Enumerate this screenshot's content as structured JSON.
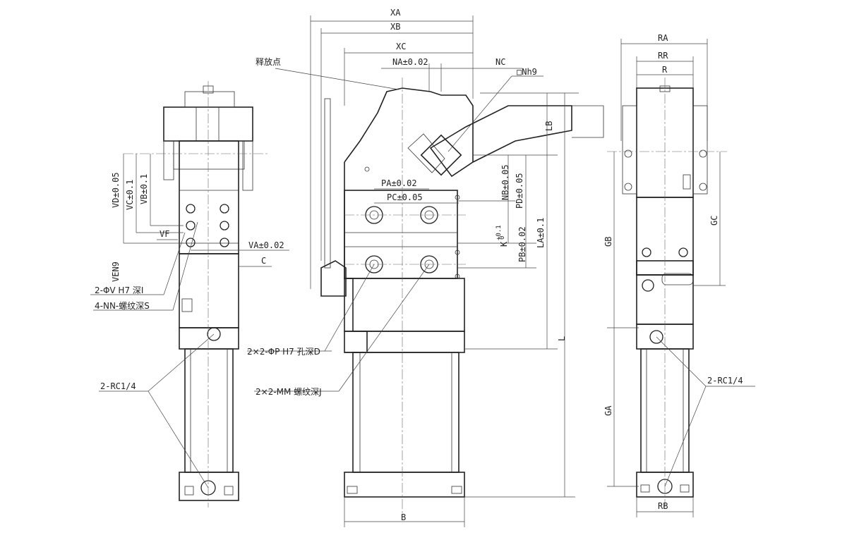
{
  "labels": {
    "XA": "XA",
    "XB": "XB",
    "XC": "XC",
    "NA": "NA±0.02",
    "NC": "NC",
    "release_point": "释放点",
    "Nh9": "□Nh9",
    "LB": "LB",
    "RA": "RA",
    "RR": "RR",
    "R": "R",
    "VD": "VD±0.05",
    "VC": "VC±0.1",
    "VB": "VB±0.1",
    "VF": "VF",
    "VA": "VA±0.02",
    "VEN9": "VEN9",
    "C": "C",
    "phiV": "2-ΦV H7 深I",
    "NN": "4-NN-螺纹深S",
    "RC_left": "2-RC1/4",
    "PA": "PA±0.02",
    "PC": "PC±0.05",
    "NB": "NB±0.05",
    "PD": "PD±0.05",
    "K": "K",
    "K_tol": "+0.1",
    "K_sub": "0",
    "PB": "PB±0.02",
    "LA": "LA±0.1",
    "L": "L",
    "phiP": "2×2-ΦP H7 孔深D",
    "MM": "2×2-MM 螺纹深J",
    "B": "B",
    "GB": "GB",
    "GC": "GC",
    "GA": "GA",
    "RC_right": "2-RC1/4",
    "RB": "RB"
  }
}
